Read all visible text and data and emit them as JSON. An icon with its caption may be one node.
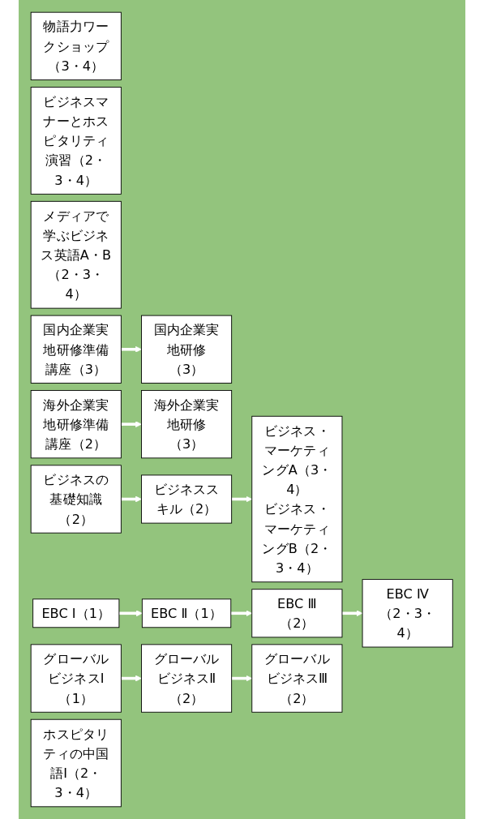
{
  "diagram": {
    "nodes": [
      {
        "text": [
          "EBC Ⅳ（2・3・4）"
        ]
      },
      {
        "text": [
          "ビジネス・マーケティングA（3・4）",
          "ビジネス・マーケティングB（2・3・4）"
        ]
      },
      {
        "text": [
          "物語力ワークショップ（3・4）"
        ]
      },
      {
        "text": [
          "国内企業実地研修（3）"
        ]
      },
      {
        "text": [
          "海外企業実地研修（3）"
        ]
      },
      {
        "text": [
          "EBC Ⅲ（2）"
        ]
      },
      {
        "text": [
          "グローバルビジネスⅢ（2）"
        ]
      },
      {
        "text": [
          "ビジネスマナーとホスピタリティ演習（2・3・4）"
        ]
      },
      {
        "text": [
          "メディアで学ぶビジネス英語A・B（2・3・4）"
        ]
      },
      {
        "text": [
          "EBC Ⅱ（1）"
        ]
      },
      {
        "text": [
          "グローバルビジネスⅡ（2）"
        ]
      },
      {
        "text": [
          "ビジネススキル（2）"
        ]
      },
      {
        "text": [
          "国内企業実地研修準備講座（3）"
        ]
      },
      {
        "text": [
          "海外企業実地研修準備講座（2）"
        ]
      },
      {
        "text": [
          "EBC Ⅰ（1）"
        ]
      },
      {
        "text": [
          "グローバルビジネスⅠ（1）"
        ]
      },
      {
        "text": [
          "ビジネスの基礎知識（2）"
        ]
      },
      {
        "text": [
          "ホスピタリティの中国語Ⅰ（2・3・4）"
        ]
      }
    ],
    "edges": [
      {
        "from": 5,
        "to": 0,
        "arrow": "to"
      },
      {
        "from": 9,
        "to": 5,
        "arrow": "to"
      },
      {
        "from": 10,
        "to": 6,
        "arrow": "to"
      },
      {
        "from": 11,
        "to": 1,
        "arrow": "to"
      },
      {
        "from": 12,
        "to": 3,
        "arrow": "to"
      },
      {
        "from": 13,
        "to": 4,
        "arrow": "to"
      },
      {
        "from": 14,
        "to": 9,
        "arrow": "to"
      },
      {
        "from": 15,
        "to": 10,
        "arrow": "to"
      },
      {
        "from": 16,
        "to": 11,
        "arrow": "to"
      }
    ]
  }
}
